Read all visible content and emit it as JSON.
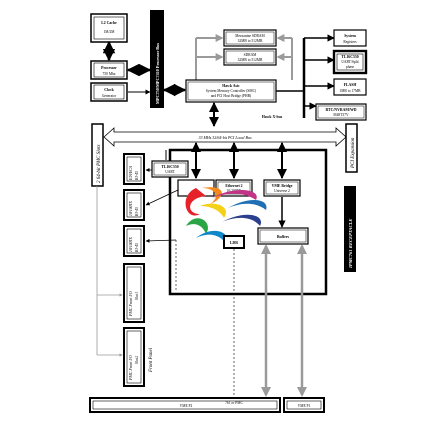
{
  "colors": {
    "line": "#000000",
    "bus_arrow": "#9a9a9a",
    "bus_fill": "#ffffff",
    "box_fill": "#ffffff",
    "strip_fill": "#000000"
  },
  "blocks": {
    "l2_cache": {
      "line1": "L2 Cache",
      "line2": "1M/2M"
    },
    "processor": {
      "line1": "Processor",
      "line2": "750 Mhz"
    },
    "clock": {
      "line1": "Clock",
      "line2": "Generator"
    },
    "proc_bus": {
      "label": "MPC750/MPC7410 Processor Bus"
    },
    "mezz_sdram": {
      "line1": "Mezzanine SDRAM",
      "line2": "32MB to 512MB"
    },
    "sdram": {
      "line1": "SDRAM",
      "line2": "32MB to 512MB"
    },
    "hawk": {
      "line1": "Hawk Asic",
      "line2": "System Memory Controller (SMC)",
      "line3": "and PCI Host Bridge (PHB)"
    },
    "hawk_xbus": {
      "label": "Hawk X-bus"
    },
    "system_reg": {
      "line1": "System",
      "line2": "Registers"
    },
    "uart": {
      "line1": "TL16C550",
      "line2": "UART/Split",
      "line3": "phase"
    },
    "flash": {
      "line1": "FLASH",
      "line2": "1MB to 17MB"
    },
    "rtc": {
      "line1": "RTC/NVRAM/WD",
      "line2": "M48T37V"
    },
    "pci_bus": {
      "label": "33 MHz 32/64-bit PCI Local Bus"
    },
    "pmc_slots_left": {
      "label": "2 64-bit PMC Slots"
    },
    "pci_expansion": {
      "label": "PCI Expansion"
    },
    "tl16c550_uart": {
      "line1": "TL16C550",
      "line2": "UART"
    },
    "ethernet2": {
      "line1": "Ethernet 2",
      "line2": "10/100TX"
    },
    "vme_bridge": {
      "line1": "VME Bridge",
      "line2": "Universe 2"
    },
    "ldr": {
      "label": "LDR"
    },
    "buffers": {
      "label": "Buffers"
    },
    "rj45_1": {
      "line1": "EIA/ECA",
      "line2": "RJ-45"
    },
    "rj45_2": {
      "line1": "10/100TX",
      "line2": "RJ-45"
    },
    "rj45_3": {
      "line1": "10/100TX",
      "line2": "RJ-45"
    },
    "pmc_front_io": {
      "line1": "PMC Front I/O",
      "line2": "Slot1"
    },
    "pmc_front_io2": {
      "line1": "PMC Front I/O",
      "line2": "Slot2"
    },
    "front_panel": {
      "label": "Front Panel"
    },
    "ipmc_receptacle": {
      "label": "IPMC761 RECEPTACLE"
    },
    "vme_p2": {
      "label": "VME P2"
    },
    "p2_note": {
      "label": "761 or PMC"
    },
    "vme_p1": {
      "label": "VME P1"
    }
  }
}
